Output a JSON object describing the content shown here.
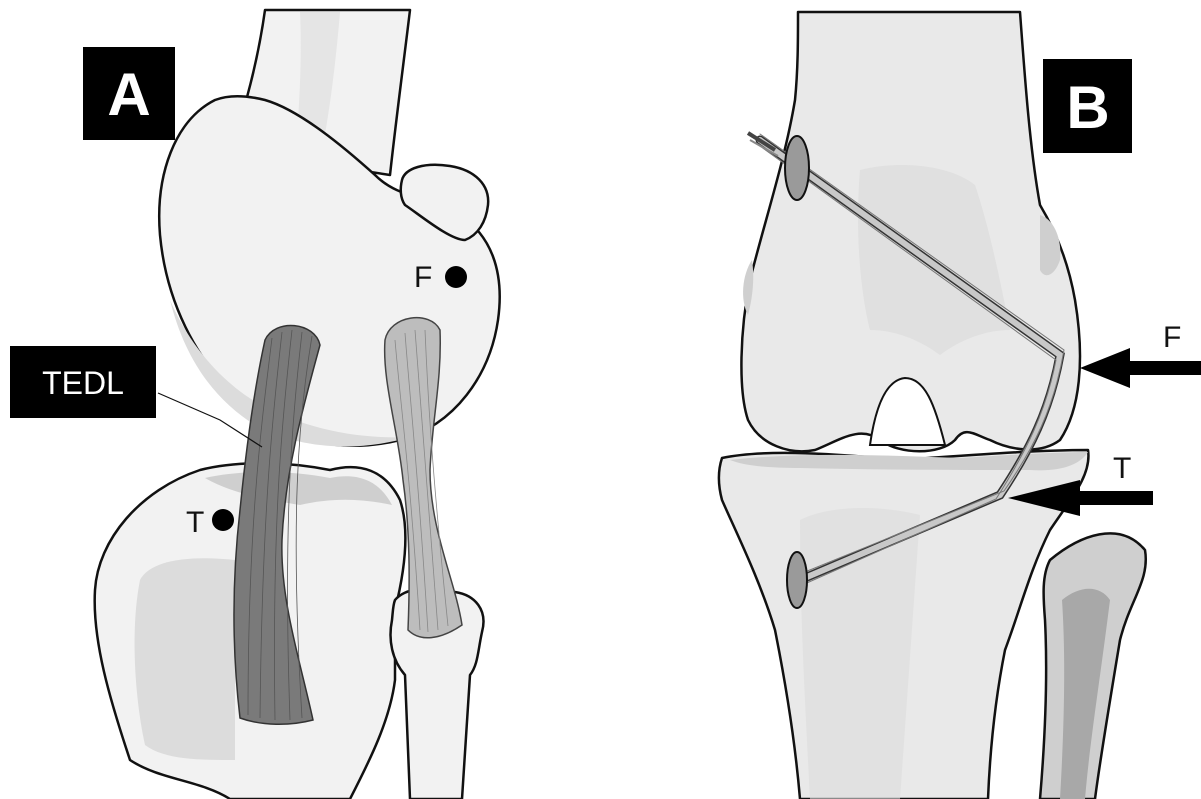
{
  "panel_a": {
    "label": "A",
    "tendon_label": "TEDL",
    "femoral_point_label": "F",
    "tibial_point_label": "T"
  },
  "panel_b": {
    "label": "B",
    "femoral_arrow_label": "F",
    "tibial_arrow_label": "T"
  },
  "colors": {
    "label_background": "#000000",
    "label_text": "#ffffff",
    "bone_fill": "#f2f2f2",
    "tendon_dark": "#7a7a7a",
    "tendon_light": "#bdbdbd"
  }
}
